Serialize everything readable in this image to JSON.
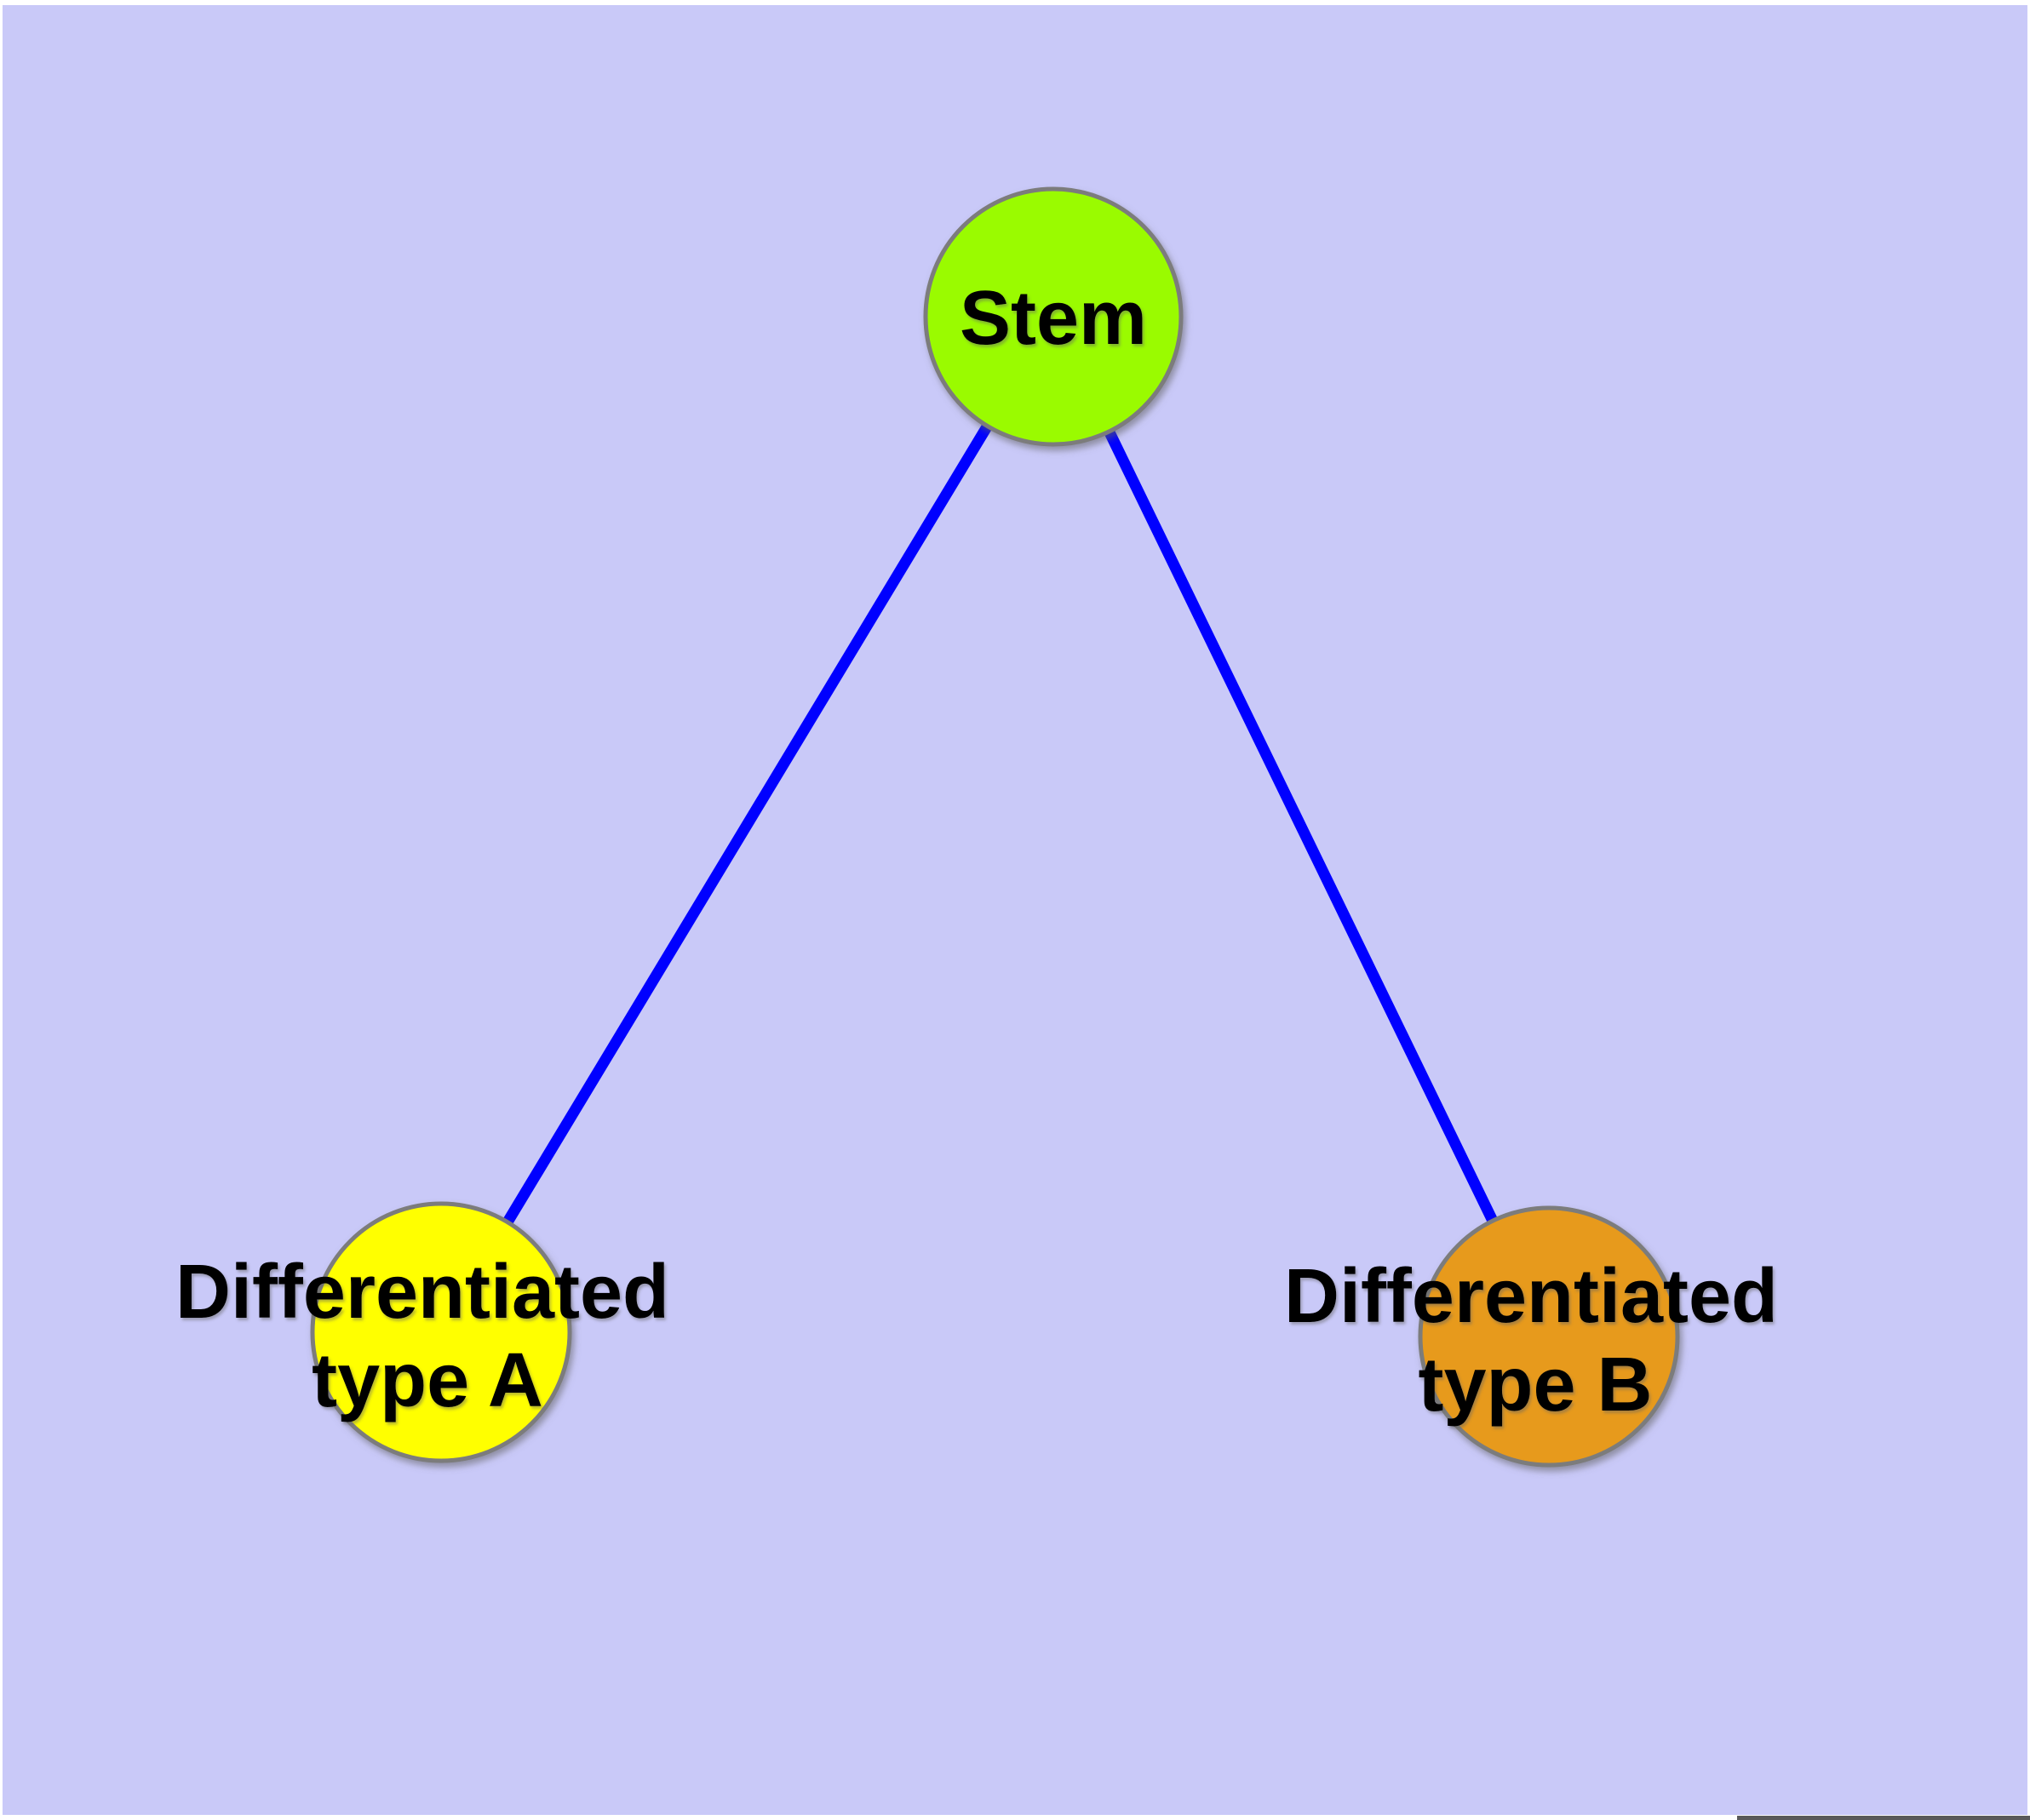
{
  "diagram": {
    "type": "graph",
    "description": "Stem cell differentiation tree: one stem node connected to two differentiated cell type nodes",
    "background_color": "#c9c9f8",
    "frame_color": "#ffffff",
    "bottom_shadow_color": "#3c3c3c",
    "edge_color": "#0000ff",
    "node_stroke_color": "#7b7b7b",
    "label_color": "#000000",
    "nodes": {
      "stem": {
        "label": "Stem",
        "fill": "#9afb00"
      },
      "type_a": {
        "label": "Differentiated type A",
        "line1": "Differentiated",
        "line2": "type A",
        "fill": "#ffff00"
      },
      "type_b": {
        "label": "Differentiated type B",
        "line1": "Differentiated",
        "line2": "type B",
        "fill": "#e79a1d"
      }
    },
    "edges": [
      {
        "from": "Stem",
        "to": "Differentiated type A"
      },
      {
        "from": "Stem",
        "to": "Differentiated type B"
      }
    ]
  }
}
